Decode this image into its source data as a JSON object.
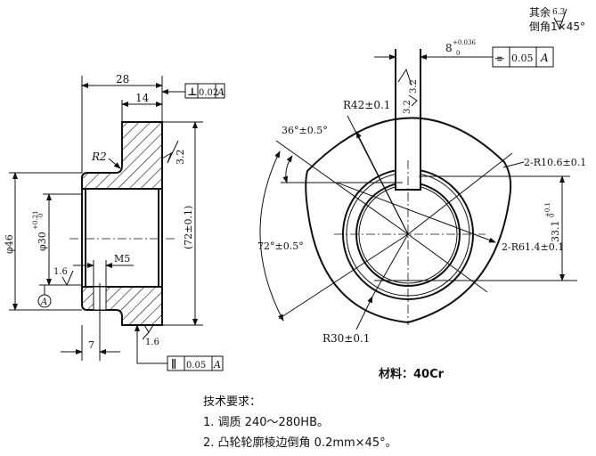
{
  "section_view": {
    "dim_total_width": "28",
    "dim_flange_width": "14",
    "dim_fillet": "R2",
    "dim_hub_diameter": "φ46",
    "dim_bore": "φ30",
    "dim_bore_tol_upper": "+0.21",
    "dim_bore_tol_lower": "0",
    "dim_height": "(72±0.1)",
    "dim_thread": "M5",
    "dim_thread_pos": "7",
    "roughness_face": "3.2",
    "roughness_bore": "1.6",
    "roughness_bottom": "1.6",
    "datum": "A",
    "perpendicularity": {
      "symbol": "⊥",
      "value": "0.02",
      "datum": "A"
    },
    "parallelism": {
      "symbol": "∥",
      "value": "0.05",
      "datum": "A"
    }
  },
  "cam_view": {
    "other_roughness_label": "其余",
    "other_roughness_value": "6.3",
    "chamfer_note": "倒角1×45°",
    "keyway_width": "8",
    "keyway_tol_upper": "+0.036",
    "keyway_tol_lower": "0",
    "symmetry": {
      "symbol": "⌯",
      "value": "0.05",
      "datum": "A"
    },
    "roughness_keyway_right": "3.2",
    "roughness_keyway_left": "3.2",
    "dim_r42": "R42±0.1",
    "dim_angle_36": "36°±0.5°",
    "dim_angle_72": "72°±0.5°",
    "dim_r10": "2-R10.6±0.1",
    "dim_r61": "2-R61.4±0.1",
    "dim_331": "33.1",
    "dim_331_tol_upper": "+0.1",
    "dim_331_tol_lower": "0",
    "dim_r30": "R30±0.1",
    "material": "材料：40Cr"
  },
  "notes": {
    "title": "技术要求：",
    "items": [
      "1. 调质 240～280HB。",
      "2. 凸轮轮廓棱边倒角 0.2mm×45°。"
    ]
  }
}
